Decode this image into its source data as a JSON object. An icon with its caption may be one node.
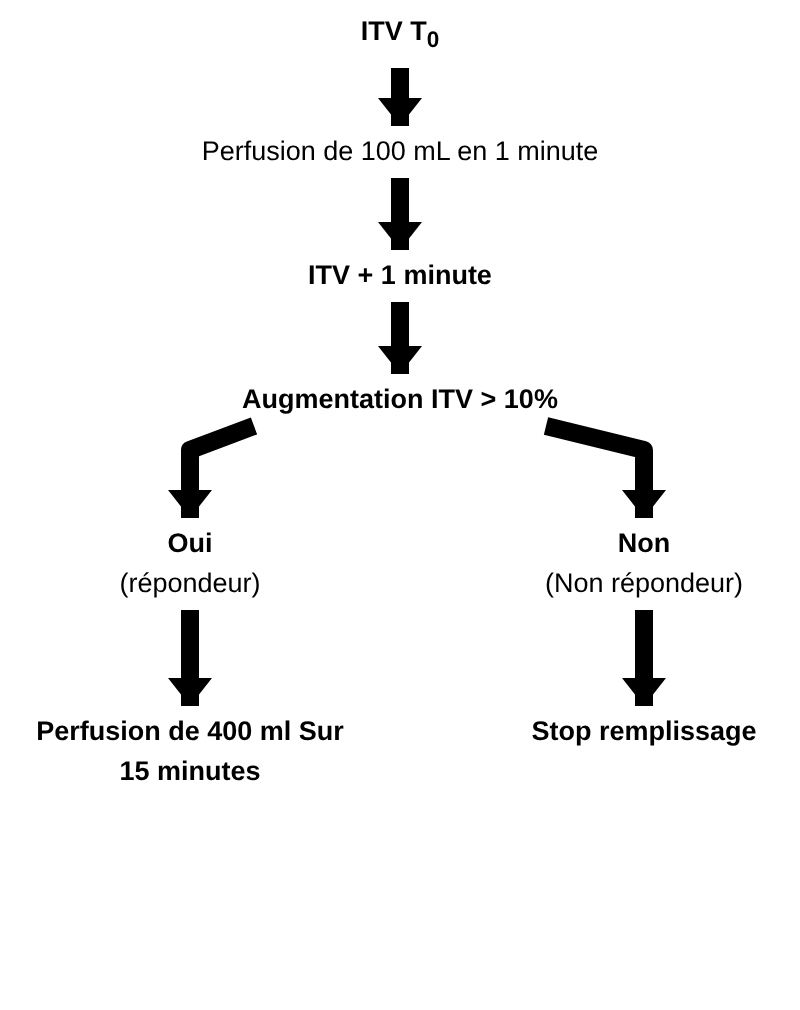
{
  "diagram": {
    "nodes": [
      {
        "text": [
          "ITV T$_{0}$"
        ]
      },
      {
        "text": [
          "Perfusion de 100 mL en 1 minute"
        ]
      },
      {
        "text": [
          "ITV + 1 minute"
        ]
      },
      {
        "text": [
          "Augmentation ITV > 10%"
        ]
      },
      {
        "text": [
          "Oui",
          "(répondeur)"
        ]
      },
      {
        "text": [
          "Non",
          "(Non répondeur)"
        ]
      },
      {
        "text": [
          "Perfusion de 400 ml Sur 15 minutes"
        ]
      },
      {
        "text": [
          "Stop remplissage"
        ]
      }
    ],
    "edges": [
      {
        "from": 0,
        "to": 1,
        "arrow": "to"
      },
      {
        "from": 1,
        "to": 2,
        "arrow": "to"
      },
      {
        "from": 2,
        "to": 3,
        "arrow": "to"
      },
      {
        "from": 3,
        "to": 4,
        "arrow": "to"
      },
      {
        "from": 3,
        "to": 5,
        "arrow": "to"
      },
      {
        "from": 4,
        "to": 6,
        "arrow": "to"
      },
      {
        "from": 5,
        "to": 7,
        "arrow": "to"
      }
    ]
  }
}
